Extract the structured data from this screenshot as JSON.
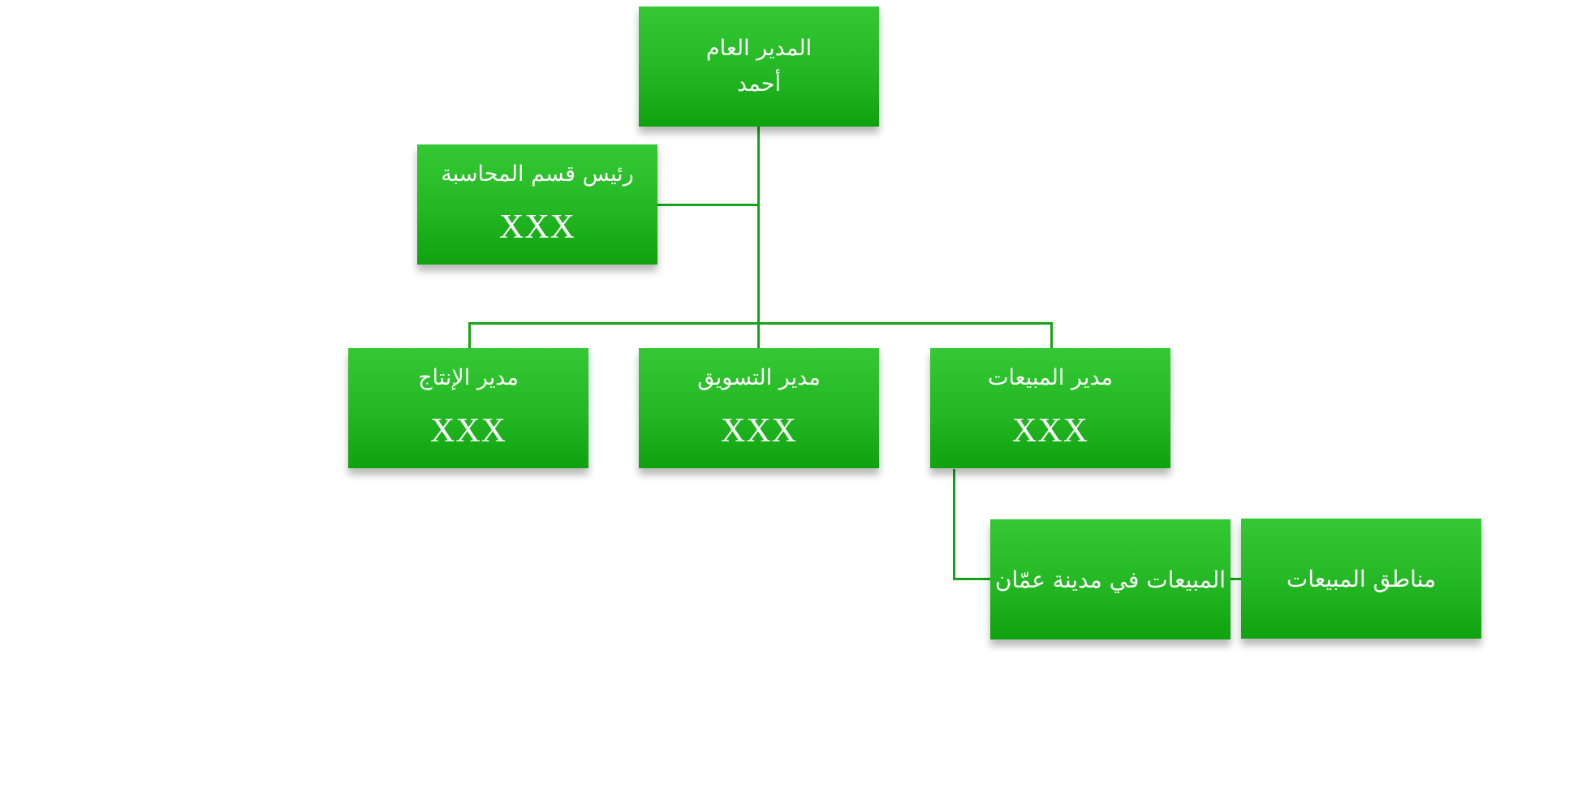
{
  "org": {
    "gm": {
      "title": "المدير العام",
      "name": "أحمد"
    },
    "accounting": {
      "title": "رئيس قسم المحاسبة",
      "name": "XXX"
    },
    "production": {
      "title": "مدير الإنتاج",
      "name": "XXX"
    },
    "marketing": {
      "title": "مدير التسويق",
      "name": "XXX"
    },
    "sales": {
      "title": "مدير المبيعات",
      "name": "XXX"
    },
    "sales_amman": {
      "title": "المبيعات في مدينة عمّان"
    },
    "sales_regions": {
      "title": "مناطق المبيعات"
    }
  },
  "colors": {
    "box_top": "#34c934",
    "box_bottom": "#0fa20f",
    "connector": "#17a317",
    "text": "#ffffff"
  }
}
